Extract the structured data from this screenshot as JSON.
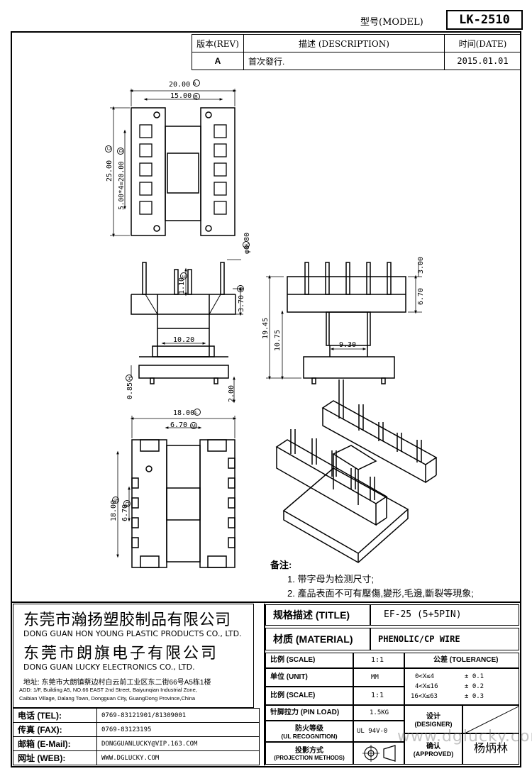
{
  "header": {
    "model_label": "型号(MODEL)",
    "model_value": "LK-2510"
  },
  "revision_table": {
    "col_rev": "版本(REV)",
    "col_desc": "描述 (DESCRIPTION)",
    "col_date": "时间(DATE)",
    "rows": [
      {
        "rev": "A",
        "desc": "首次發行.",
        "date": "2015.01.01"
      }
    ]
  },
  "dimensions": {
    "top_width": "20.00",
    "top_inner": "15.00",
    "top_height": "25.00",
    "pin_pitch": "5.00*4=20.00",
    "pin_dia": "φ0.80",
    "front_gap": "1.10",
    "front_step": "3.70",
    "front_bobbin": "10.20",
    "front_base_h": "0.85",
    "front_pin_len": "2.00",
    "side_pin_top": "3.00",
    "side_flange": "6.70",
    "side_total": "19.45",
    "side_body": "10.75",
    "side_window": "9.30",
    "bottom_width": "18.00",
    "bottom_inner_w": "6.70",
    "bottom_height": "18.00",
    "bottom_inner_h": "6.70",
    "circle_marks": {
      "top_width": "A",
      "top_inner": "B",
      "top_height": "C",
      "pin_pitch": "D",
      "pin_dia": "E",
      "front_gap": "F",
      "front_step": "G",
      "front_base_h": "H",
      "bottom_width": "L",
      "bottom_inner_w": "M",
      "bottom_height": "N",
      "bottom_inner_h": "O"
    }
  },
  "notes": {
    "heading": "备注:",
    "items": [
      "1. 带字母为检测尺寸;",
      "2. 產品表面不可有壓傷,變形,毛邊,斷裂等現象;"
    ]
  },
  "company": {
    "name1_cn": "东莞市瀚扬塑胶制品有限公司",
    "name1_en": "DONG GUAN HON YOUNG PLASTIC PRODUCTS CO., LTD.",
    "name2_cn": "东莞市朗旗电子有限公司",
    "name2_en": "DONG GUAN LUCKY ELECTRONICS CO., LTD.",
    "address_cn": "地址: 东莞市大朗镇蔡边村白云前工业区东二街66号A5栋1楼",
    "address_en1": "ADD: 1/F, Building A5, NO.66 EAST 2nd Street, Baiyunqian Industrial Zone,",
    "address_en2": "Caibian Village, Dalang Town, Dongguan City, GuangDong Province,China"
  },
  "contacts": [
    {
      "label": "电话 (TEL):",
      "value": "0769-83121901/81309001"
    },
    {
      "label": "传真 (FAX):",
      "value": "0769-83123195"
    },
    {
      "label": "邮箱 (E-Mail):",
      "value": "DONGGUANLUCKY@VIP.163.COM"
    },
    {
      "label": "网址 (WEB):",
      "value": "WWW.DGLUCKY.COM"
    }
  ],
  "spec": {
    "title_label": "规格描述 (TITLE)",
    "title_value": "EF-25 (5+5PIN)",
    "material_label": "材质 (MATERIAL)",
    "material_value": "PHENOLIC/CP WIRE",
    "scale_label": "比例 (SCALE)",
    "scale_value": "1:1",
    "unit_label": "单位 (UNIT)",
    "unit_value": "MM",
    "scale2_label": "比例 (SCALE)",
    "scale2_value": "1:1",
    "pinload_label": "针脚拉力 (PIN LOAD)",
    "pinload_value": "1.5KG",
    "ul_label1": "防火等级",
    "ul_label2": "(UL RECOGNITION)",
    "ul_value": "UL 94V-0",
    "proj_label1": "投影方式",
    "proj_label2": "(PROJECTION METHODS)",
    "tolerance_label": "公差 (TOLERANCE)",
    "tolerances": [
      {
        "range": "0<X≤4",
        "tol": "± 0.1"
      },
      {
        "range": "4<X≤16",
        "tol": "± 0.2"
      },
      {
        "range": "16<X≤63",
        "tol": "± 0.3"
      }
    ],
    "designer_label1": "设计",
    "designer_label2": "(DESIGNER)",
    "approved_label1": "确认",
    "approved_label2": "(APPROVED)",
    "approved_name": "杨炳林",
    "watermark": "www.dglucky.com"
  }
}
